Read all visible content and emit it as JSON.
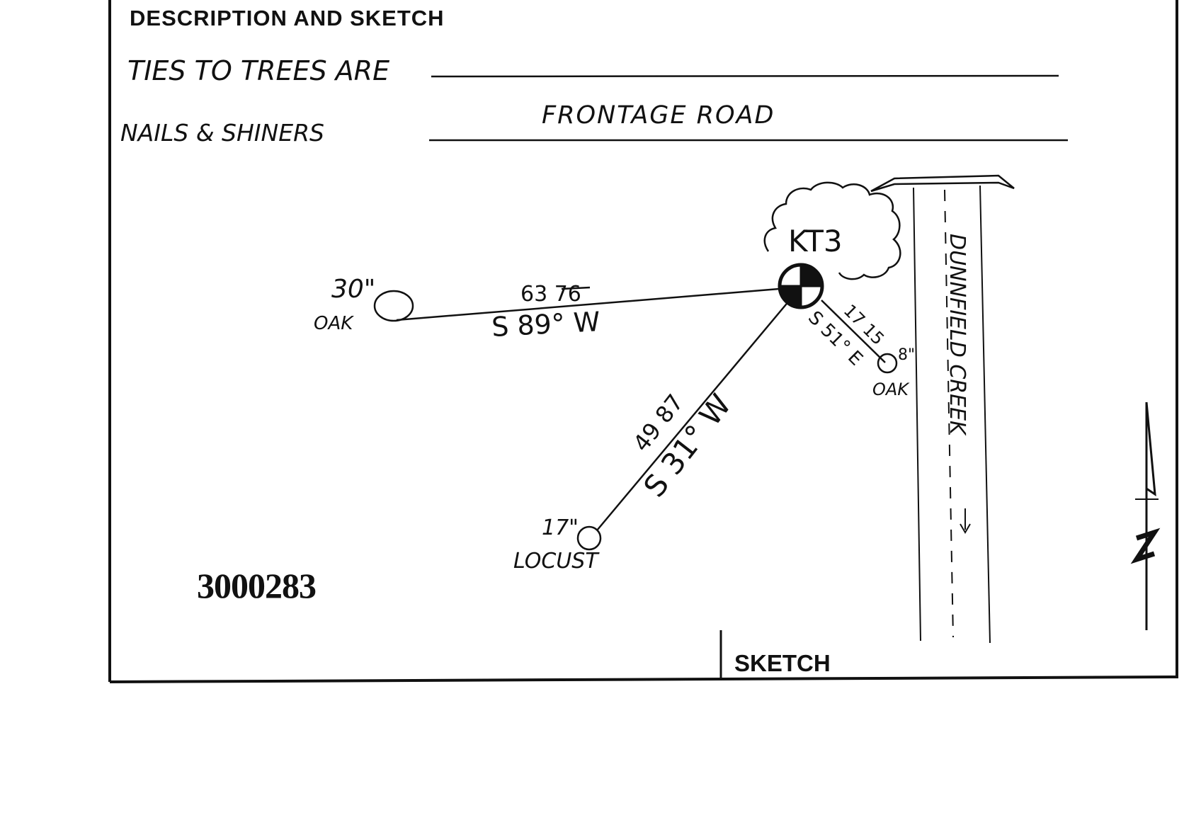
{
  "form": {
    "title": "DESCRIPTION  AND  SKETCH",
    "ties_label": "TIES TO TREES ARE",
    "nails_label": "NAILS & SHINERS",
    "road_name": "FRONTAGE  ROAD",
    "sketch_label": "SKETCH",
    "stamp_number": "3000283"
  },
  "sketch": {
    "station": "KT3",
    "creek_name": "DUNNFIELD CREEK",
    "ties": [
      {
        "tree_size": "30\"",
        "tree_type": "OAK",
        "distance": "63 76",
        "bearing": "S 89° W"
      },
      {
        "tree_size": "17\"",
        "tree_type": "LOCUST",
        "distance": "49 87",
        "bearing": "S 31° W"
      },
      {
        "tree_size": "8\"",
        "tree_type": "OAK",
        "distance": "17 15",
        "bearing": "S 51° E"
      }
    ],
    "colors": {
      "ink": "#111111",
      "paper": "#ffffff"
    }
  }
}
